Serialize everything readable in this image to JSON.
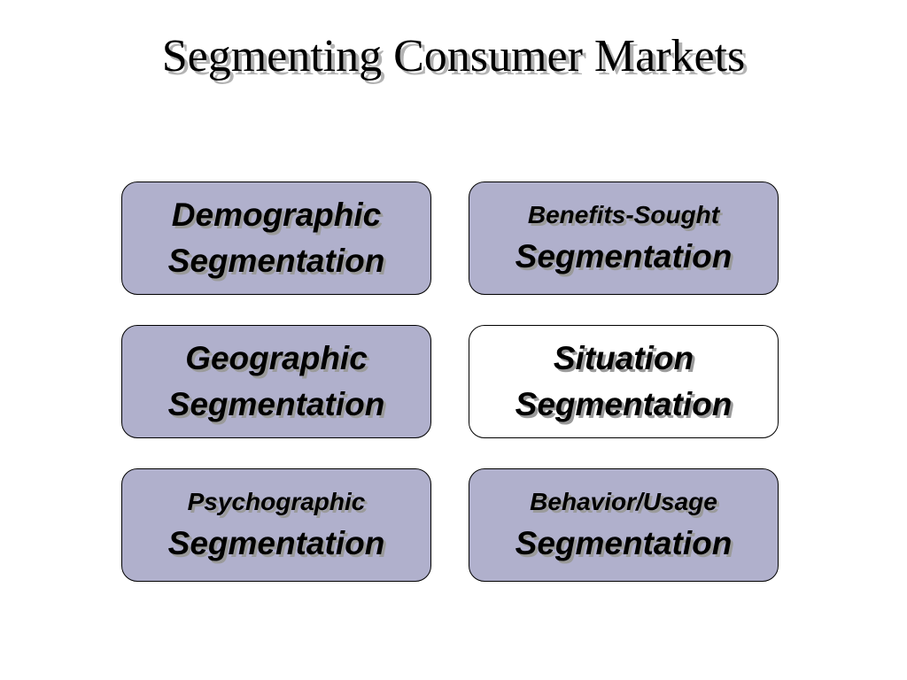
{
  "title": "Segmenting Consumer Markets",
  "colors": {
    "box_fill": "#b0b0cc",
    "box_fill_highlight": "#ffffff",
    "border": "#000000",
    "text_shadow": "#9a9a9a"
  },
  "boxes": [
    {
      "id": "demographic",
      "line1": "Demographic",
      "line2": "Segmentation",
      "highlighted": false
    },
    {
      "id": "benefits-sought",
      "line1": "Benefits-Sought",
      "line2": "Segmentation",
      "highlighted": false
    },
    {
      "id": "geographic",
      "line1": "Geographic",
      "line2": "Segmentation",
      "highlighted": false
    },
    {
      "id": "situation",
      "line1": "Situation",
      "line2": "Segmentation",
      "highlighted": true
    },
    {
      "id": "psychographic",
      "line1": "Psychographic",
      "line2": "Segmentation",
      "highlighted": false
    },
    {
      "id": "behavior-usage",
      "line1": "Behavior/Usage",
      "line2": "Segmentation",
      "highlighted": false
    }
  ]
}
